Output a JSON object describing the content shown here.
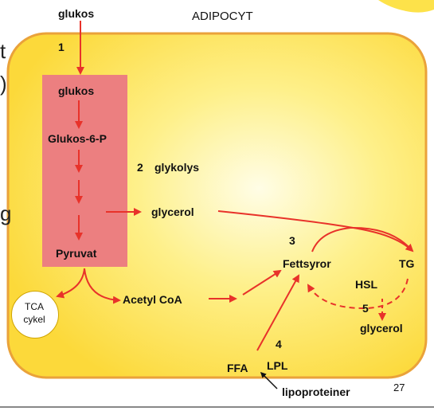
{
  "diagram": {
    "title": "ADIPOCYT",
    "page_number": "27",
    "left_fragments": [
      "t",
      ")",
      "g"
    ],
    "steps": {
      "s1": "1",
      "s2": "2",
      "s3": "3",
      "s4": "4",
      "s5": "5"
    },
    "labels": {
      "glucose_outside": "glukos",
      "glucose_inside": "glukos",
      "g6p": "Glukos-6-P",
      "glycolysis": "glykolys",
      "glycerol": "glycerol",
      "pyruvate": "Pyruvat",
      "fatty_acids": "Fettsyror",
      "tg": "TG",
      "hsl": "HSL",
      "glycerol_out": "glycerol",
      "acetyl_coa": "Acetyl CoA",
      "tca_line1": "TCA",
      "tca_line2": "cykel",
      "ffa": "FFA",
      "lpl": "LPL",
      "lipoproteins": "lipoproteiner"
    },
    "colors": {
      "arrow": "#e8322a",
      "cell_fill": "#fcde46",
      "cell_border": "#eaa23a",
      "pathway_box": "#ec7f80"
    }
  }
}
